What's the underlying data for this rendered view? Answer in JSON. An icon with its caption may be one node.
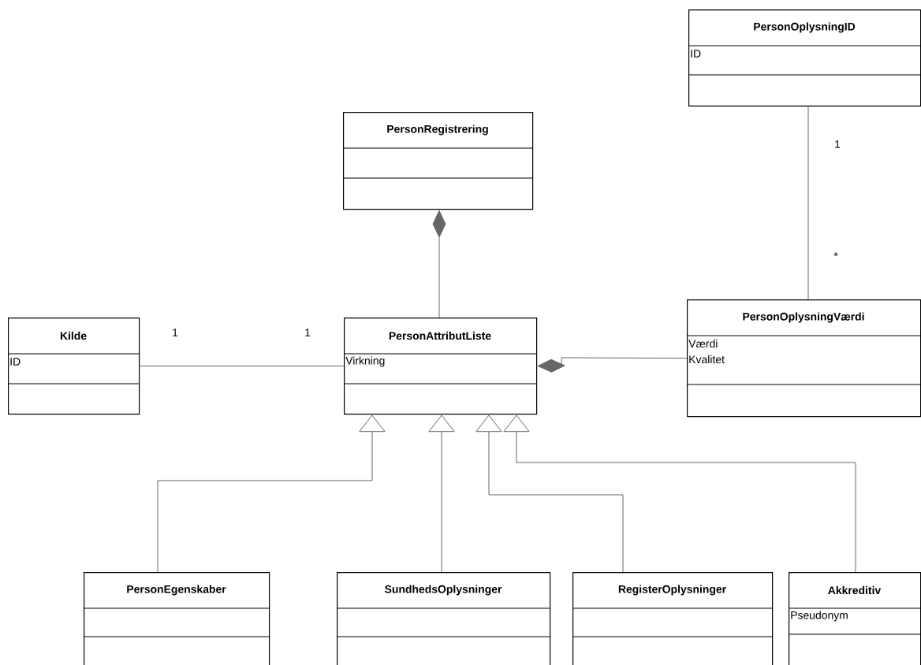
{
  "diagram": {
    "nodes": [
      {
        "text": [
          "PersonOplysningID",
          "ID"
        ]
      },
      {
        "text": [
          "PersonRegistrering"
        ]
      },
      {
        "text": [
          "Kilde",
          "ID"
        ]
      },
      {
        "text": [
          "PersonAttributListe",
          "Virkning"
        ]
      },
      {
        "text": [
          "PersonOplysningVærdi",
          "Værdi",
          "Kvalitet"
        ]
      },
      {
        "text": [
          "PersonEgenskaber"
        ]
      },
      {
        "text": [
          "SundhedsOplysninger"
        ]
      },
      {
        "text": [
          "RegisterOplysninger"
        ]
      },
      {
        "text": [
          "Akkreditiv",
          "Pseudonym"
        ]
      }
    ],
    "edges": [
      {
        "from": 0,
        "to": 4,
        "arrow": "none"
      },
      {
        "from": 3,
        "to": 1,
        "arrow": "other"
      },
      {
        "from": 2,
        "to": 3,
        "arrow": "none"
      },
      {
        "from": 4,
        "to": 3,
        "arrow": "other"
      },
      {
        "from": 5,
        "to": 3,
        "arrow": "to"
      },
      {
        "from": 6,
        "to": 3,
        "arrow": "to"
      },
      {
        "from": 7,
        "to": 3,
        "arrow": "to"
      },
      {
        "from": 8,
        "to": 3,
        "arrow": "to"
      }
    ],
    "labels": [
      "1",
      "*",
      "1",
      "1"
    ]
  }
}
